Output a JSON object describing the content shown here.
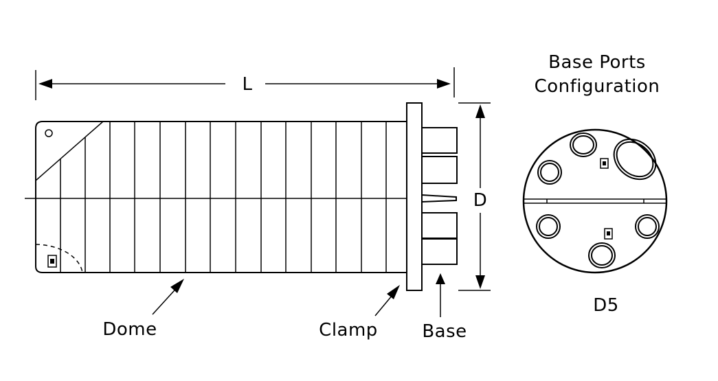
{
  "labels": {
    "length": "L",
    "diameter": "D",
    "dome": "Dome",
    "clamp": "Clamp",
    "base": "Base",
    "ports_title_line1": "Base Ports",
    "ports_title_line2": "Configuration",
    "model": "D5"
  },
  "colors": {
    "line": "#000000",
    "background": "#ffffff"
  }
}
